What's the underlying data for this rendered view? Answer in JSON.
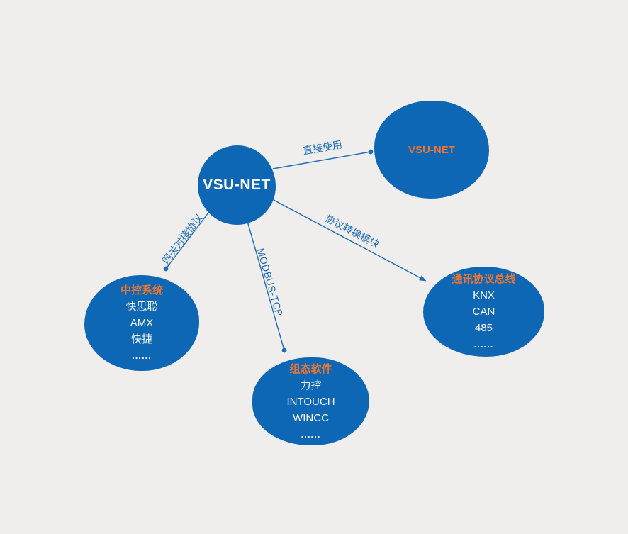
{
  "colors": {
    "background": "#efeeed",
    "node_fill": "#0d67b5",
    "accent": "#f0752e",
    "line": "#1e6cb5",
    "text_on_node": "#ffffff"
  },
  "center_node": {
    "label": "VSU-NET"
  },
  "nodes": [
    {
      "title": "VSU-NET",
      "items": []
    },
    {
      "title": "中控系统",
      "items": [
        "快思聪",
        "AMX",
        "快捷",
        "......"
      ]
    },
    {
      "title": "组态软件",
      "items": [
        "力控",
        "INTOUCH",
        "WINCC",
        "......"
      ]
    },
    {
      "title": "通讯协议总线",
      "items": [
        "KNX",
        "CAN",
        "485",
        "......"
      ]
    }
  ],
  "edges": [
    {
      "label": "直接使用",
      "from": "VSU-NET",
      "to": "VSU-NET"
    },
    {
      "label": "网关对接协议",
      "from": "VSU-NET",
      "to": "中控系统"
    },
    {
      "label": "MODBUS-TCP",
      "from": "VSU-NET",
      "to": "组态软件"
    },
    {
      "label": "协议转换模块",
      "from": "VSU-NET",
      "to": "通讯协议总线"
    }
  ]
}
